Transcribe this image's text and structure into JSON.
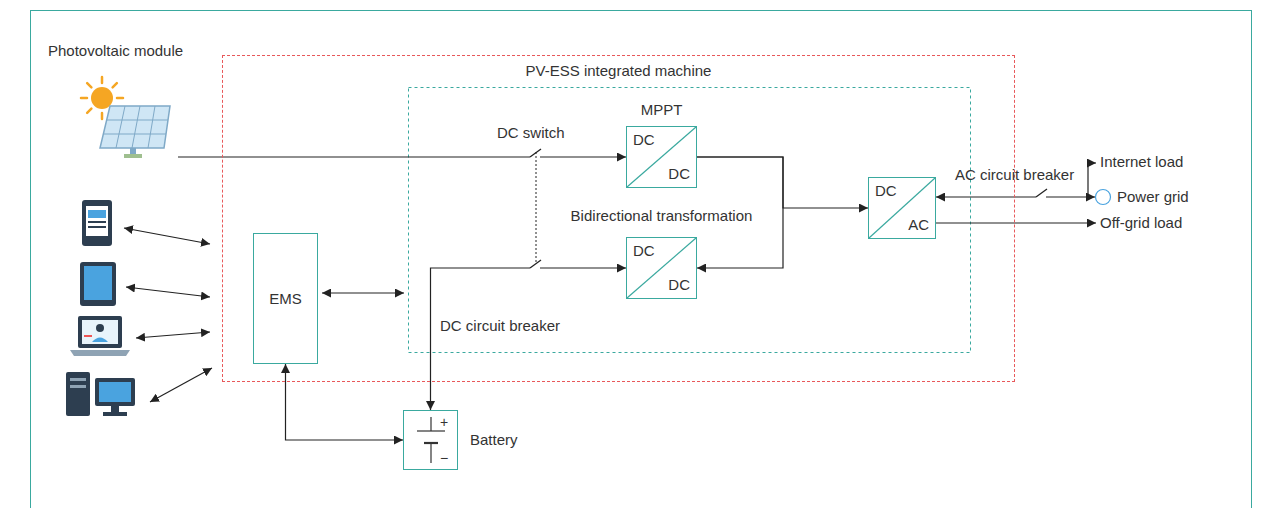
{
  "diagram": {
    "nodes": [
      {
        "text": [
          "Photovoltaic module"
        ]
      },
      {
        "text": [
          "PV-ESS integrated machine"
        ]
      },
      {
        "text": [
          "MPPT",
          "DC",
          "DC"
        ],
        "in": 1
      },
      {
        "text": [
          "Bidirectional transformation",
          "DC",
          "DC"
        ],
        "in": 1
      },
      {
        "text": [
          "EMS"
        ],
        "in": 1
      },
      {
        "text": [
          "DC",
          "AC"
        ],
        "in": 1
      },
      {
        "text": [
          "Power grid"
        ]
      },
      {
        "text": [
          "+",
          "−",
          "Battery"
        ]
      }
    ],
    "edges": [
      {
        "from": 0,
        "to": 2,
        "arrow": "to"
      },
      {
        "from": 2,
        "to": 5,
        "arrow": "to"
      },
      {
        "from": 2,
        "to": 3,
        "arrow": "to"
      },
      {
        "from": 3,
        "to": 7,
        "arrow": "both"
      },
      {
        "from": 4,
        "to": 7,
        "arrow": "both"
      },
      {
        "from": 5,
        "to": 6,
        "arrow": "both"
      }
    ],
    "labels": [
      "DC switch",
      "DC circuit breaker",
      "AC circuit breaker",
      "Internet load",
      "Off-grid load"
    ]
  }
}
